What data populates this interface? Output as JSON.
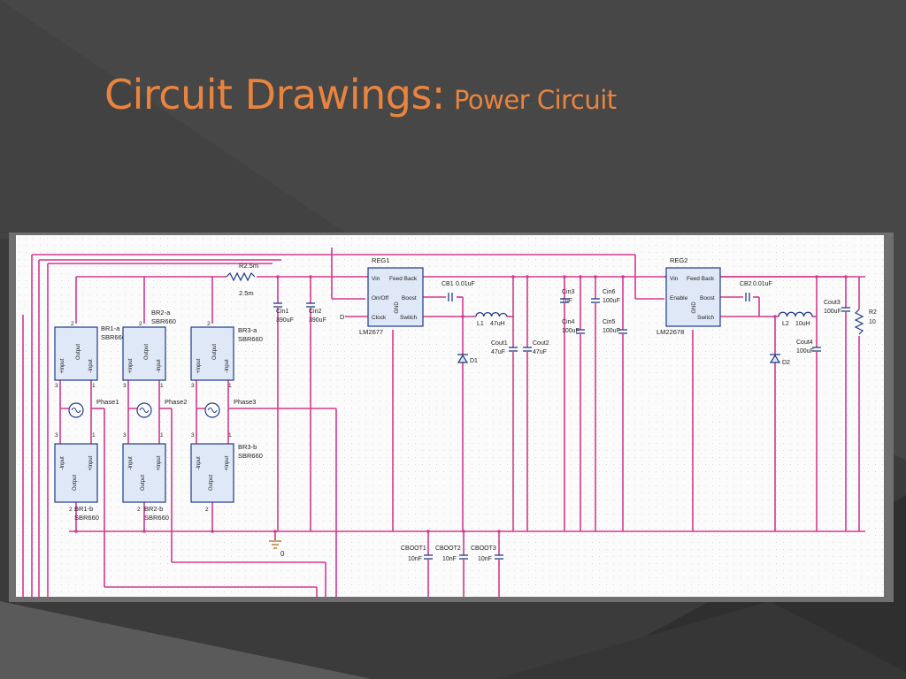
{
  "slide": {
    "title_main": "Circuit Drawings:",
    "title_sub": "Power Circuit"
  },
  "colors": {
    "title": "#e9843f",
    "background": "#3b3b3b",
    "wire": "#d23a8e",
    "component_fill": "#dfe8f6",
    "component_stroke": "#1f3a8a"
  },
  "schematic": {
    "bridges": [
      {
        "name": "BR1-a",
        "part": "SBR660",
        "top_label": "Output",
        "left_label": "+Input",
        "right_label": "-Input",
        "pin_top": "2",
        "pin_l": "3",
        "pin_r": "1"
      },
      {
        "name": "BR2-a",
        "part": "SBR660",
        "top_label": "Output",
        "left_label": "+Input",
        "right_label": "-Input",
        "pin_top": "2",
        "pin_l": "3",
        "pin_r": "1"
      },
      {
        "name": "BR3-a",
        "part": "SBR660",
        "top_label": "Output",
        "left_label": "+Input",
        "right_label": "-Input",
        "pin_top": "2",
        "pin_l": "3",
        "pin_r": "1"
      },
      {
        "name": "BR1-b",
        "part": "SBR660",
        "top_label": "Output",
        "left_label": "-Input",
        "right_label": "+Input",
        "pin_top": "2",
        "pin_l": "3",
        "pin_r": "1"
      },
      {
        "name": "BR2-b",
        "part": "SBR660",
        "top_label": "Output",
        "left_label": "-Input",
        "right_label": "+Input",
        "pin_top": "2",
        "pin_l": "3",
        "pin_r": "1"
      },
      {
        "name": "BR3-b",
        "part": "SBR660",
        "top_label": "Output",
        "left_label": "-Input",
        "right_label": "+Input",
        "pin_top": "2",
        "pin_l": "3",
        "pin_r": "1"
      }
    ],
    "phases": [
      "Phase1",
      "Phase2",
      "Phase3"
    ],
    "resistor_r1": {
      "name": "R2.5m",
      "value": "2.5m"
    },
    "capacitors": [
      {
        "name": "Cin1",
        "value": "390uF"
      },
      {
        "name": "Cin2",
        "value": "390uF"
      },
      {
        "name": "CB1",
        "value": "0.01uF"
      },
      {
        "name": "Cout1",
        "value": "47uF"
      },
      {
        "name": "Cout2",
        "value": "47uF"
      },
      {
        "name": "Cin3",
        "value": "1uF"
      },
      {
        "name": "Cin4",
        "value": "100uF"
      },
      {
        "name": "Cin5",
        "value": "100uF"
      },
      {
        "name": "Cin6",
        "value": "100uF"
      },
      {
        "name": "CB2",
        "value": "0.01uF"
      },
      {
        "name": "Cout3",
        "value": "100uF"
      },
      {
        "name": "Cout4",
        "value": "100uF"
      },
      {
        "name": "CBOOT1",
        "value": "10nF"
      },
      {
        "name": "CBOOT2",
        "value": "10nF"
      },
      {
        "name": "CBOOT3",
        "value": "10nF"
      }
    ],
    "reg1": {
      "name": "REG1",
      "part": "LM2677",
      "vin": "Vin",
      "fb": "Feed Back",
      "onoff": "On/Off",
      "boost": "Boost",
      "clock": "Clock",
      "switch": "Switch",
      "gnd": "GND"
    },
    "reg2": {
      "name": "REG2",
      "part": "LM22678",
      "vin": "Vin",
      "fb": "Feed Back",
      "enable": "Enable",
      "boost": "Boost",
      "switch": "Switch",
      "gnd": "GND"
    },
    "l1": {
      "name": "L1",
      "value": "47uH"
    },
    "l2": {
      "name": "L2",
      "value": "10uH"
    },
    "d1": "D1",
    "d2": "D2",
    "r2": {
      "name": "R2",
      "value": "10"
    },
    "ground": "0",
    "pin_d": "D"
  }
}
